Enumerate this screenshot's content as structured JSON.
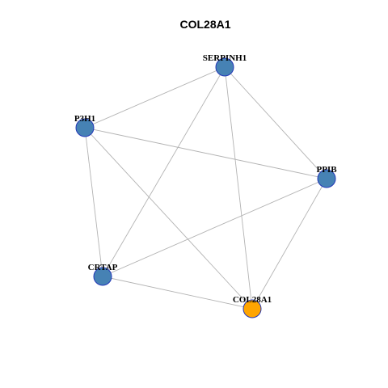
{
  "title": "COL28A1",
  "colors": {
    "default_node": "#4682B4",
    "focus_node": "#FFA500",
    "node_border": "#2438B8",
    "edge": "#B3B3B3"
  },
  "nodes": [
    {
      "id": "SERPINH1",
      "label": "SERPINH1",
      "focus": false
    },
    {
      "id": "P3H1",
      "label": "P3H1",
      "focus": false
    },
    {
      "id": "PPIB",
      "label": "PPIB",
      "focus": false
    },
    {
      "id": "CRTAP",
      "label": "CRTAP",
      "focus": false
    },
    {
      "id": "COL28A1",
      "label": "COL28A1",
      "focus": true
    }
  ],
  "edges": [
    [
      "SERPINH1",
      "P3H1"
    ],
    [
      "SERPINH1",
      "PPIB"
    ],
    [
      "SERPINH1",
      "CRTAP"
    ],
    [
      "SERPINH1",
      "COL28A1"
    ],
    [
      "P3H1",
      "PPIB"
    ],
    [
      "P3H1",
      "CRTAP"
    ],
    [
      "P3H1",
      "COL28A1"
    ],
    [
      "PPIB",
      "CRTAP"
    ],
    [
      "PPIB",
      "COL28A1"
    ],
    [
      "CRTAP",
      "COL28A1"
    ]
  ]
}
